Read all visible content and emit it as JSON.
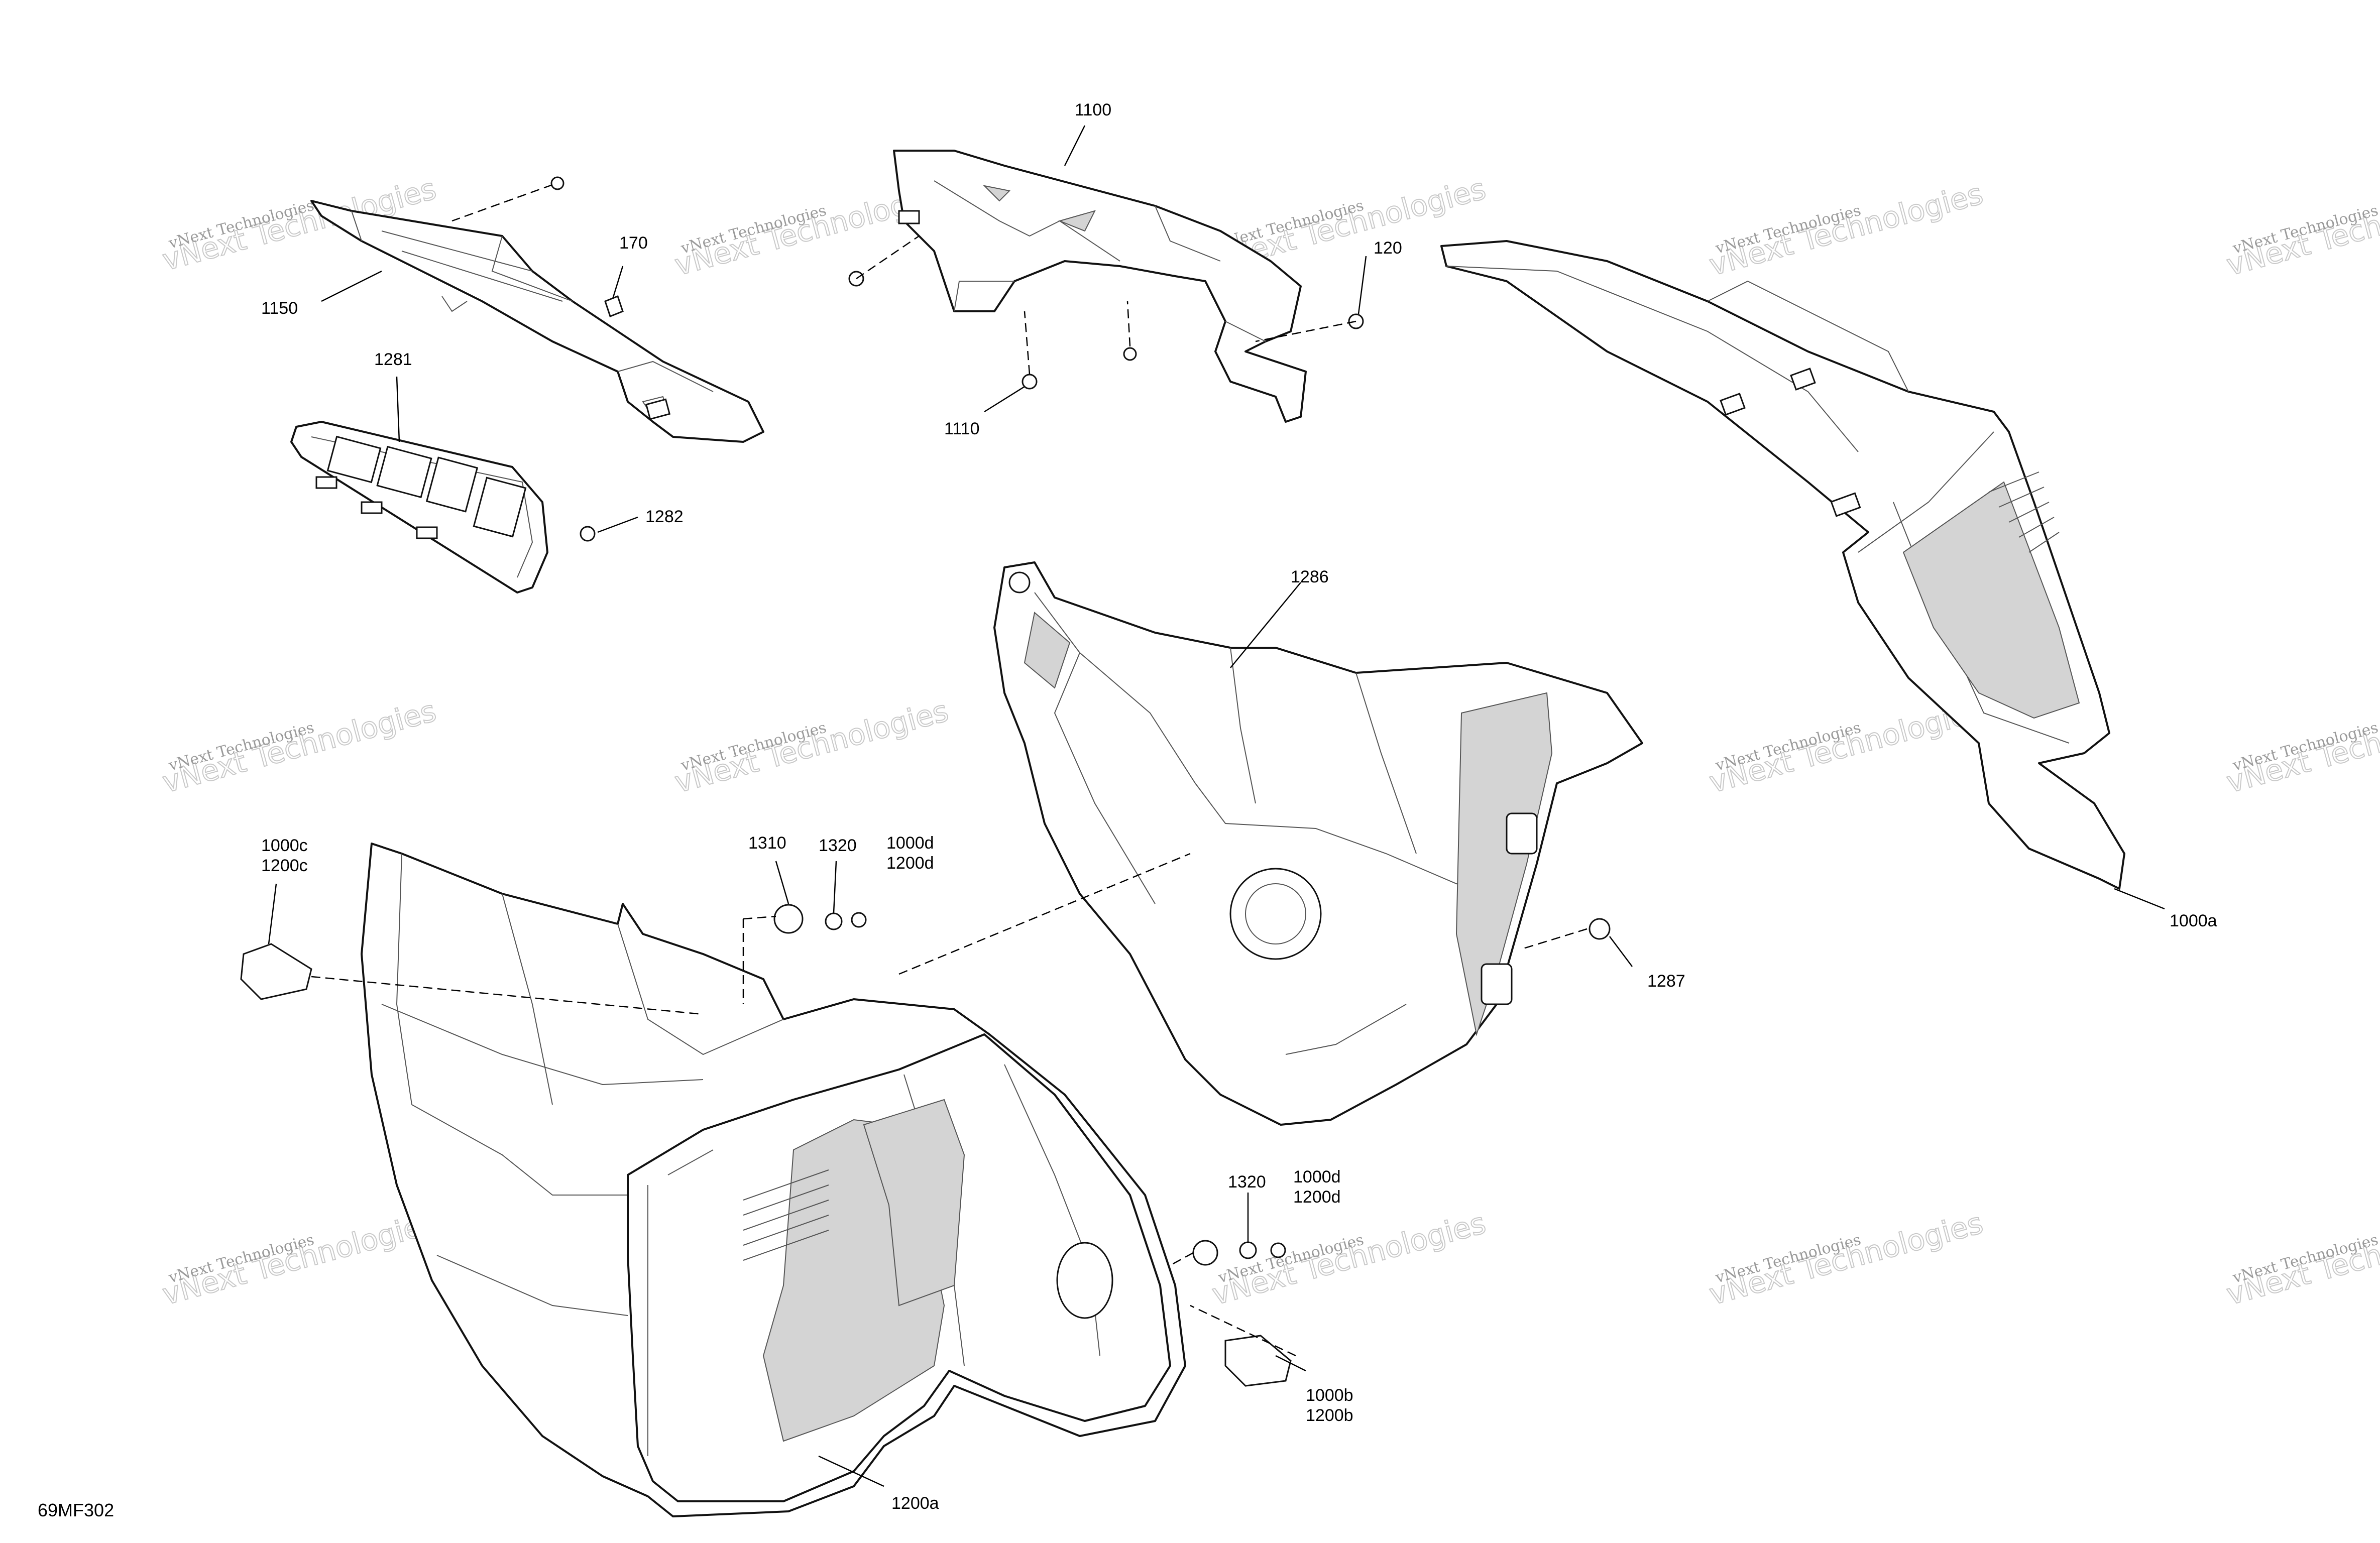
{
  "figure_code": "69MF302",
  "watermark": {
    "line1": "vNext Technologies",
    "line2": "vNext Technologies"
  },
  "callouts": {
    "c1100": "1100",
    "c170": "170",
    "c1150": "1150",
    "c120": "120",
    "c1110": "1110",
    "c1281": "1281",
    "c1282": "1282",
    "c1286": "1286",
    "c1000c": "1000c",
    "c1200c": "1200c",
    "c1310": "1310",
    "c1320a": "1320",
    "c1000d_a": "1000d",
    "c1200d_a": "1200d",
    "c1000a": "1000a",
    "c1287": "1287",
    "c1320b": "1320",
    "c1000d_b": "1000d",
    "c1200d_b": "1200d",
    "c1000b": "1000b",
    "c1200b": "1200b",
    "c1200a": "1200a"
  },
  "colors": {
    "line": "#111111",
    "shade": "#d4d4d4",
    "watermark": "#9a9a9a"
  }
}
